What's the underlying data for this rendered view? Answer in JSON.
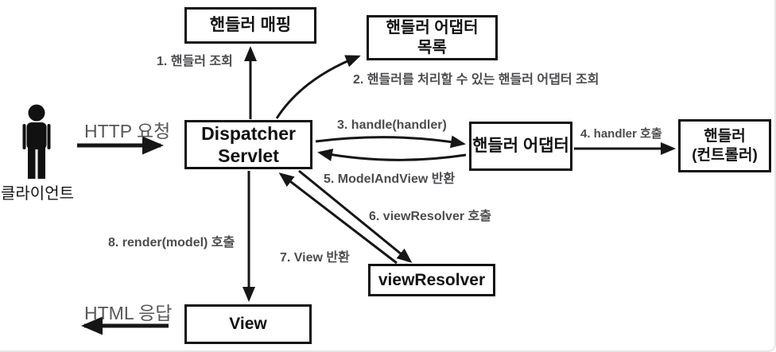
{
  "diagram": {
    "title_hint": "Spring MVC DispatcherServlet flow",
    "client": {
      "label": "클라이언트"
    },
    "request_label": "HTTP 요청",
    "response_label": "HTML 응답",
    "boxes": {
      "handler_mapping": "핸들러 매핑",
      "handler_adapter_list": "핸들러 어댑터\n목록",
      "dispatcher_servlet": "Dispatcher\nServlet",
      "handler_adapter": "핸들러 어댑터",
      "handler_controller": "핸들러\n(컨트롤러)",
      "view_resolver": "viewResolver",
      "view": "View"
    },
    "steps": {
      "step1": "1. 핸들러 조회",
      "step2": "2. 핸들러를 처리할 수 있는 핸들러 어댑터 조회",
      "step3": "3. handle(handler)",
      "step4": "4. handler 호출",
      "step5": "5. ModelAndView 반환",
      "step6": "6. viewResolver 호출",
      "step7": "7. View 반환",
      "step8": "8. render(model) 호출"
    },
    "colors": {
      "arrow": "#161616",
      "box_border": "#111111",
      "step_label_text": "#4c4c4e",
      "flow_label_text": "#57575a"
    }
  }
}
